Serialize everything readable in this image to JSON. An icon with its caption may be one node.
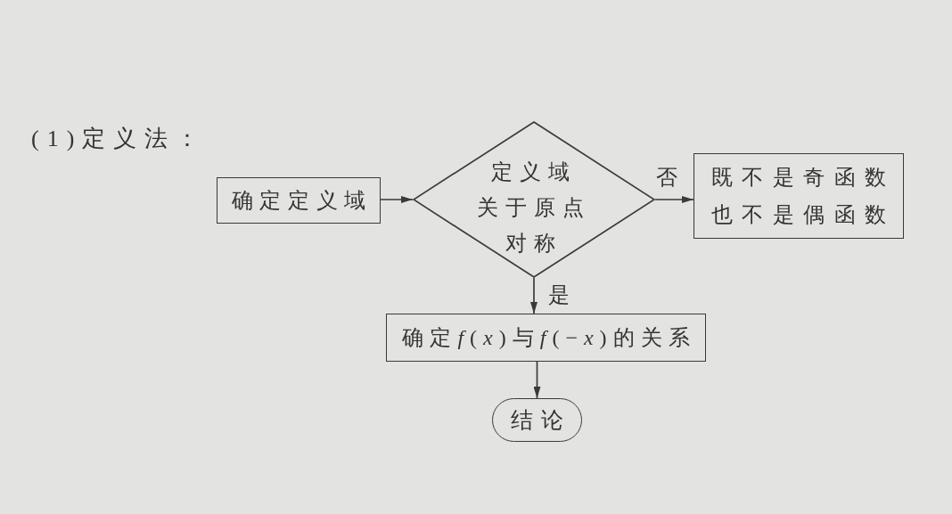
{
  "diagram": {
    "title": "(1)定义法：",
    "nodes": [
      {
        "text": [
          "确定定义域"
        ]
      },
      {
        "text": [
          "定义域关于原点对称"
        ]
      },
      {
        "text": [
          "既不是奇函数也不是偶函数"
        ]
      },
      {
        "text": [
          "确定f(x)与f(−x)的关系"
        ]
      },
      {
        "text": [
          "结论"
        ]
      }
    ],
    "edges": [
      {
        "from": 0,
        "to": 1,
        "arrow": "to"
      },
      {
        "from": 1,
        "to": 2,
        "arrow": "to",
        "label": "否"
      },
      {
        "from": 1,
        "to": 3,
        "arrow": "to",
        "label": "是"
      },
      {
        "from": 3,
        "to": 4,
        "arrow": "to"
      }
    ]
  }
}
